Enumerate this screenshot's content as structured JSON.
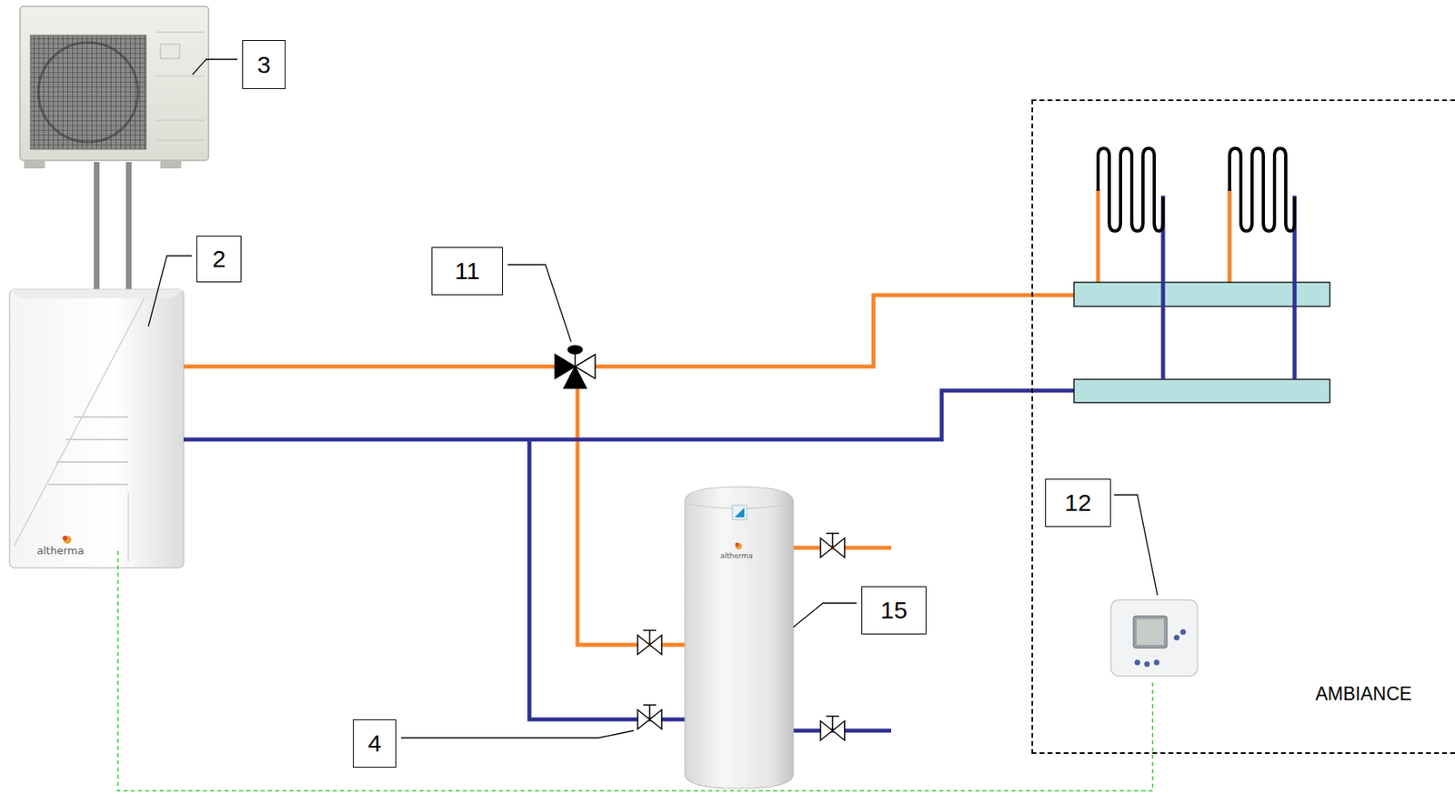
{
  "diagram": {
    "nodes": [
      {
        "text": [
          "3"
        ]
      },
      {
        "text": [
          "2"
        ]
      },
      {
        "text": [
          "11"
        ]
      },
      {
        "text": [
          "AMBIANCE"
        ]
      },
      {
        "text": [
          "12"
        ],
        "in": 3
      },
      {
        "text": [
          "15"
        ]
      },
      {
        "text": [
          "4"
        ]
      }
    ],
    "labels": [
      "altherma",
      "altherma"
    ]
  }
}
